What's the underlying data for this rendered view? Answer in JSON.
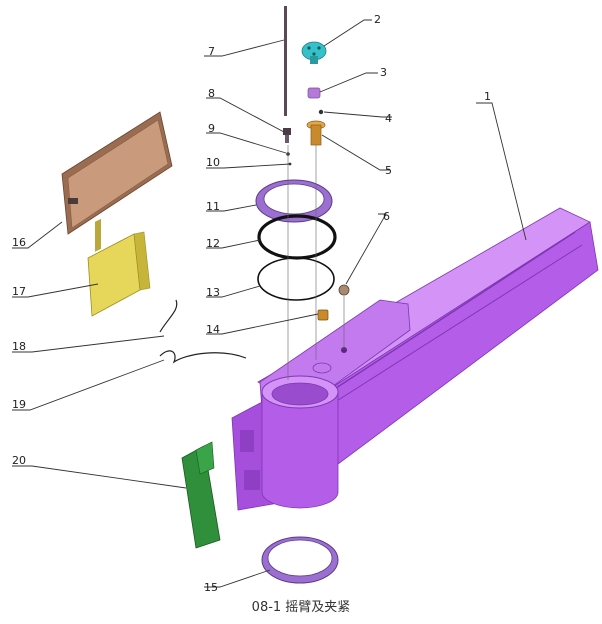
{
  "diagram": {
    "caption": "08-1 摇臂及夹紧",
    "parts": [
      {
        "id": "p1",
        "label": "1"
      },
      {
        "id": "p2",
        "label": "2"
      },
      {
        "id": "p3",
        "label": "3"
      },
      {
        "id": "p4",
        "label": "4"
      },
      {
        "id": "p5",
        "label": "5"
      },
      {
        "id": "p6",
        "label": "6"
      },
      {
        "id": "p7",
        "label": "7"
      },
      {
        "id": "p8",
        "label": "8"
      },
      {
        "id": "p9",
        "label": "9"
      },
      {
        "id": "p10",
        "label": "10"
      },
      {
        "id": "p11",
        "label": "11"
      },
      {
        "id": "p12",
        "label": "12"
      },
      {
        "id": "p13",
        "label": "13"
      },
      {
        "id": "p14",
        "label": "14"
      },
      {
        "id": "p15",
        "label": "15"
      },
      {
        "id": "p16",
        "label": "16"
      },
      {
        "id": "p17",
        "label": "17"
      },
      {
        "id": "p18",
        "label": "18"
      },
      {
        "id": "p19",
        "label": "19"
      },
      {
        "id": "p20",
        "label": "20"
      }
    ]
  },
  "colors": {
    "arm": "#b35de8",
    "arm_dark": "#7e36b3",
    "arm_light": "#d493f7",
    "knob": "#36c1c9",
    "nut": "#b37ad6",
    "bushing": "#c98a2e",
    "ring": "#9b6fd0",
    "door": "#c99a7c",
    "bracket": "#e6d75a",
    "board": "#2f8f3a",
    "line": "#222222"
  }
}
